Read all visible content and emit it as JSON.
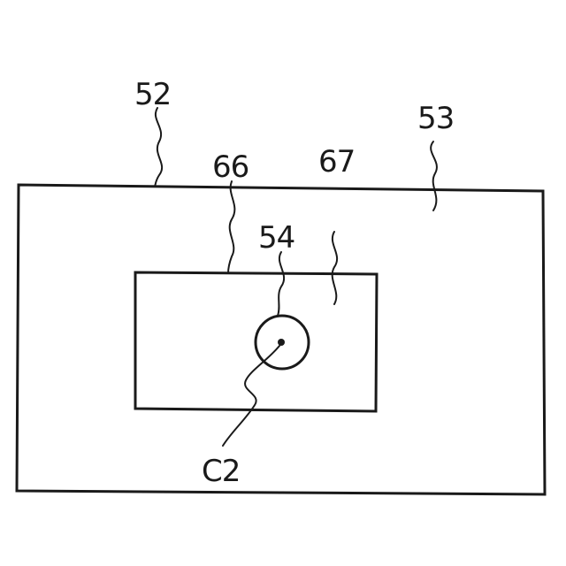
{
  "labels": {
    "outer_plate": "52",
    "outer_surface": "53",
    "inner_recess": "66",
    "inner_surface": "67",
    "hole": "54",
    "center": "C2"
  }
}
